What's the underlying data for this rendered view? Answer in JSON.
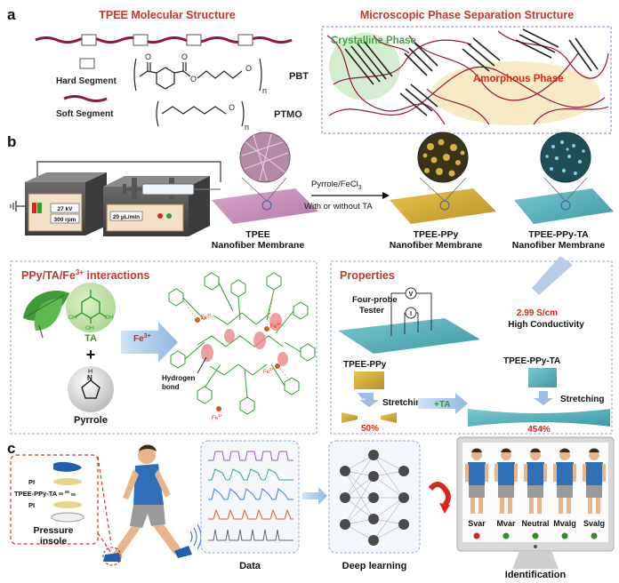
{
  "panel_a": {
    "letter": "a",
    "title_left": "TPEE Molecular Structure",
    "title_right": "Microscopic Phase Separation Structure",
    "hard_segment": "Hard Segment",
    "soft_segment": "Soft Segment",
    "pbt": "PBT",
    "ptmo": "PTMO",
    "n1": "n",
    "n2": "n",
    "o1": "O",
    "o2": "O",
    "o3": "O",
    "o4": "O",
    "o5": "O",
    "crystalline": "Crystalline Phase",
    "amorphous": "Amorphous Phase"
  },
  "panel_b": {
    "letter": "b",
    "voltage": "27 kV",
    "rpm": "300 rpm",
    "flow": "20 μL/min",
    "reagent": "Pyrrole/FeCl",
    "reagent_sub": "3",
    "with_ta": "With or without TA",
    "membrane1_l1": "TPEE",
    "membrane1_l2": "Nanofiber Membrane",
    "membrane2_l1": "TPEE-PPy",
    "membrane2_l2": "Nanofiber Membrane",
    "membrane3_l1": "TPEE-PPy-TA",
    "membrane3_l2": "Nanofiber Membrane",
    "interactions_title": "PPy/TA/Fe",
    "interactions_sup": "3+",
    "interactions_suffix": " interactions",
    "ta": "TA",
    "oh": "OH",
    "plus": "+",
    "fe_arrow": "Fe",
    "fe_sup": "3+",
    "nh": "N",
    "h": "H",
    "pyrrole": "Pyrrole",
    "hydrogen_l1": "Hydrogen",
    "hydrogen_l2": "bond",
    "properties_title": "Properties",
    "v": "V",
    "i": "I",
    "tester_l1": "Four-probe",
    "tester_l2": "Tester",
    "conductivity_value": "2.99 S/cm",
    "conductivity_label": "High Conductivity",
    "ppy_label": "TPEE-PPy",
    "ppyta_label": "TPEE-PPy-TA",
    "stretching1": "Stretching",
    "stretching2": "Stretching",
    "plus_ta": "+TA",
    "strain1": "50%",
    "strain2": "454%"
  },
  "panel_c": {
    "letter": "c",
    "pi1": "PI",
    "layer": "TPEE-PPy-TA",
    "pi2": "PI",
    "insole_l1": "Pressure",
    "insole_l2": "insole",
    "data": "Data",
    "deep": "Deep learning",
    "identification": "Identification",
    "gaits": [
      "Svar",
      "Mvar",
      "Neutral",
      "Mvalg",
      "Svalg"
    ],
    "gait_dots": [
      "#d9261c",
      "#2f8f2f",
      "#2f8f2f",
      "#2f8f2f",
      "#2f8f2f"
    ]
  },
  "colors": {
    "title_red": "#c0392b",
    "chain": "#8b1a3c",
    "ta_green": "#2e9e2e",
    "membrane_pink": "#c98fb8",
    "membrane_gold": "#d6b23a",
    "membrane_teal": "#5bb6c2"
  }
}
